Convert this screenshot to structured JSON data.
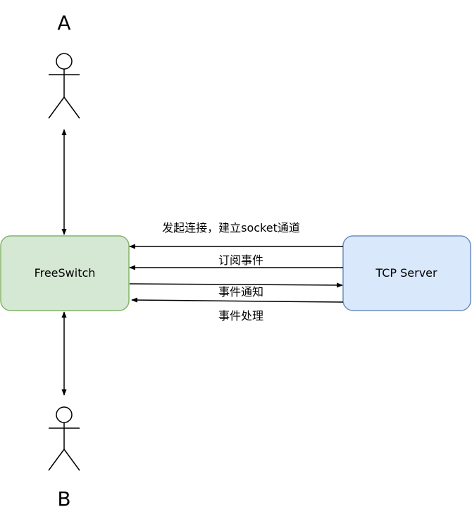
{
  "actors": {
    "top": {
      "label": "A"
    },
    "bottom": {
      "label": "B"
    }
  },
  "nodes": {
    "freeswitch": {
      "label": "FreeSwitch",
      "fill": "#d5e8d4",
      "stroke": "#82b366"
    },
    "tcp_server": {
      "label": "TCP Server",
      "fill": "#dae8fc",
      "stroke": "#6c8ebf"
    }
  },
  "messages": [
    {
      "label": "发起连接，建立socket通道",
      "direction": "to-freeswitch"
    },
    {
      "label": "订阅事件",
      "direction": "to-freeswitch"
    },
    {
      "label": "事件通知",
      "direction": "to-tcp-server"
    },
    {
      "label": "事件处理",
      "direction": "to-freeswitch"
    }
  ]
}
